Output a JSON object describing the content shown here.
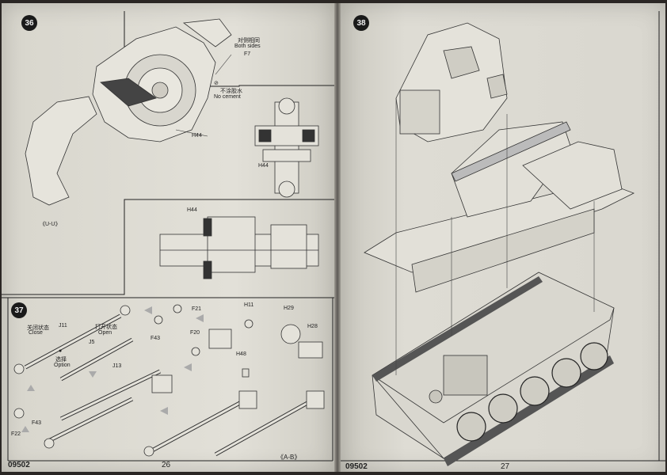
{
  "pages": {
    "left": {
      "doc_code": "09502",
      "page_number": "26",
      "step36": {
        "badge": "36",
        "both_sides_cn": "对侧相同",
        "both_sides": "Both sides",
        "part_f7": "F7",
        "no_cement_cn": "不涂胶水",
        "no_cement": "No cement",
        "part_h44_a": "H44",
        "part_h44_b": "H44",
        "part_h44_c": "H44",
        "view_uu": "《U-U》"
      },
      "step37": {
        "badge": "37",
        "close_cn": "关闭状态",
        "close": "Close",
        "open_cn": "打开状态",
        "open": "Open",
        "option_cn": "选择",
        "option": "Option",
        "j11": "J11",
        "j5": "J5",
        "j13": "J13",
        "f21": "F21",
        "f20": "F20",
        "f43_a": "F43",
        "f43_b": "F43",
        "f22": "F22",
        "h11": "H11",
        "h29": "H29",
        "h28": "H28",
        "h48": "H48",
        "view_ab": "《A-B》"
      }
    },
    "right": {
      "doc_code": "09502",
      "page_number": "27",
      "step38": {
        "badge": "38"
      }
    }
  }
}
